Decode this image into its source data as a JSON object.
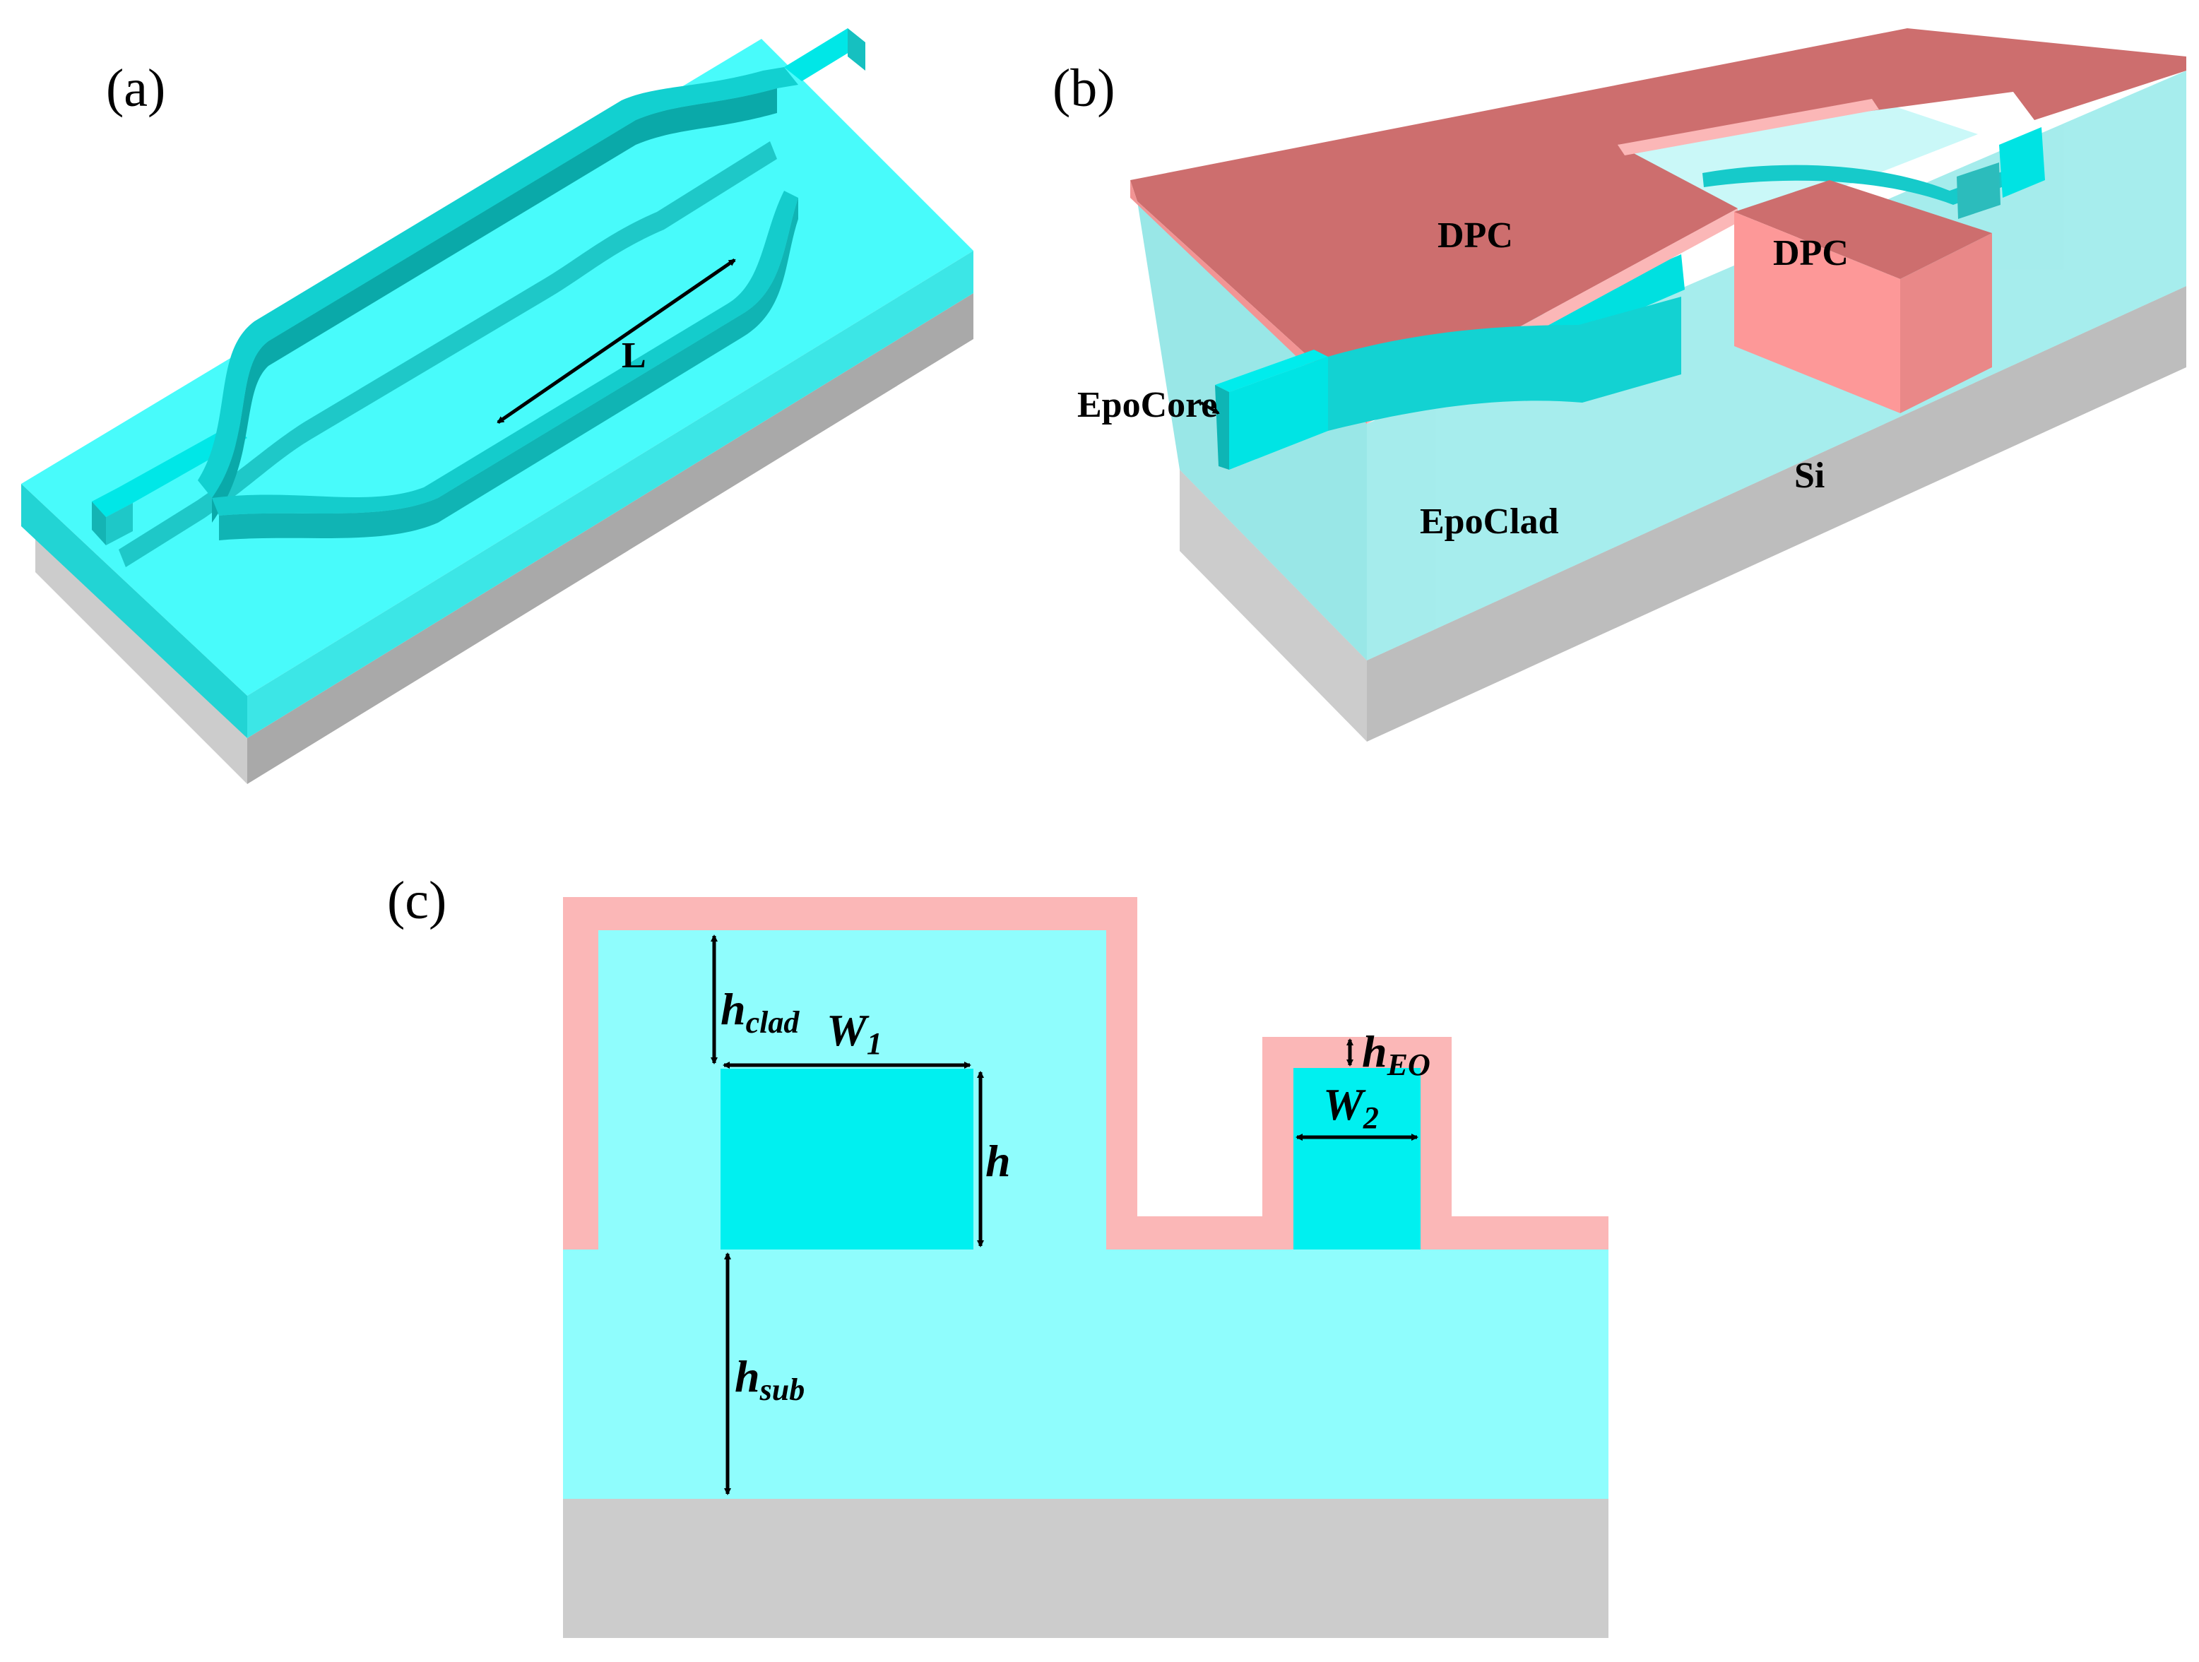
{
  "panels": {
    "a": {
      "label": "(a)",
      "arm_length_label": "L"
    },
    "b": {
      "label": "(b)",
      "electrode_left": "DPC",
      "electrode_right": "DPC",
      "core_label": "EpoCore",
      "clad_label": "EpoClad",
      "substrate_label": "Si"
    },
    "c": {
      "label": "(c)",
      "h_clad_main": "h",
      "h_clad_sub": "clad",
      "w1_main": "W",
      "w1_sub": "1",
      "h_main": "h",
      "h_sub_main": "h",
      "h_sub_sub": "sub",
      "h_eo_main": "h",
      "h_eo_sub": "EO",
      "w2_main": "W",
      "w2_sub": "2"
    }
  },
  "colors": {
    "clad": "#8ffdfd",
    "core": "#00f0f0",
    "core_side": "#1ec8c8",
    "electrode": "#fbb7b7",
    "electrode_top": "#cd6e6e",
    "silicon": "#cccccc",
    "silicon_side": "#a9a9a9"
  }
}
